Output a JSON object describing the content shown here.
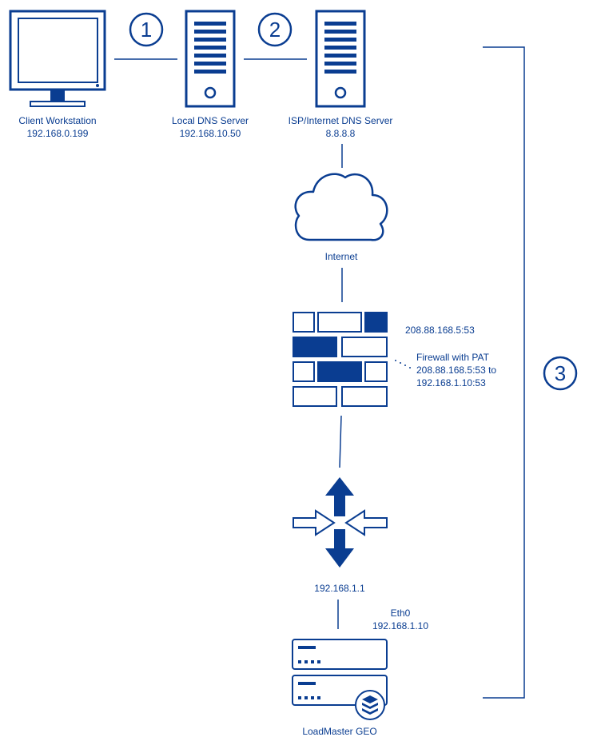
{
  "nodes": {
    "client": {
      "name": "Client Workstation",
      "ip": "192.168.0.199"
    },
    "local_dns": {
      "name": "Local DNS Server",
      "ip": "192.168.10.50"
    },
    "isp_dns": {
      "name": "ISP/Internet DNS Server",
      "ip": "8.8.8.8"
    },
    "internet": {
      "name": "Internet"
    },
    "firewall": {
      "public_ip": "208.88.168.5:53",
      "name": "Firewall with PAT",
      "nat_line1": "208.88.168.5:53 to",
      "nat_line2": "192.168.1.10:53"
    },
    "router": {
      "ip": "192.168.1.1"
    },
    "loadmaster": {
      "iface": "Eth0",
      "ip": "192.168.1.10",
      "name": "LoadMaster GEO"
    }
  },
  "steps": [
    "1",
    "2",
    "3"
  ],
  "colors": {
    "primary": "#0a3d91",
    "background": "#ffffff"
  },
  "icons": [
    "monitor-icon",
    "server-icon",
    "cloud-icon",
    "firewall-icon",
    "router-icon",
    "loadmaster-icon"
  ]
}
